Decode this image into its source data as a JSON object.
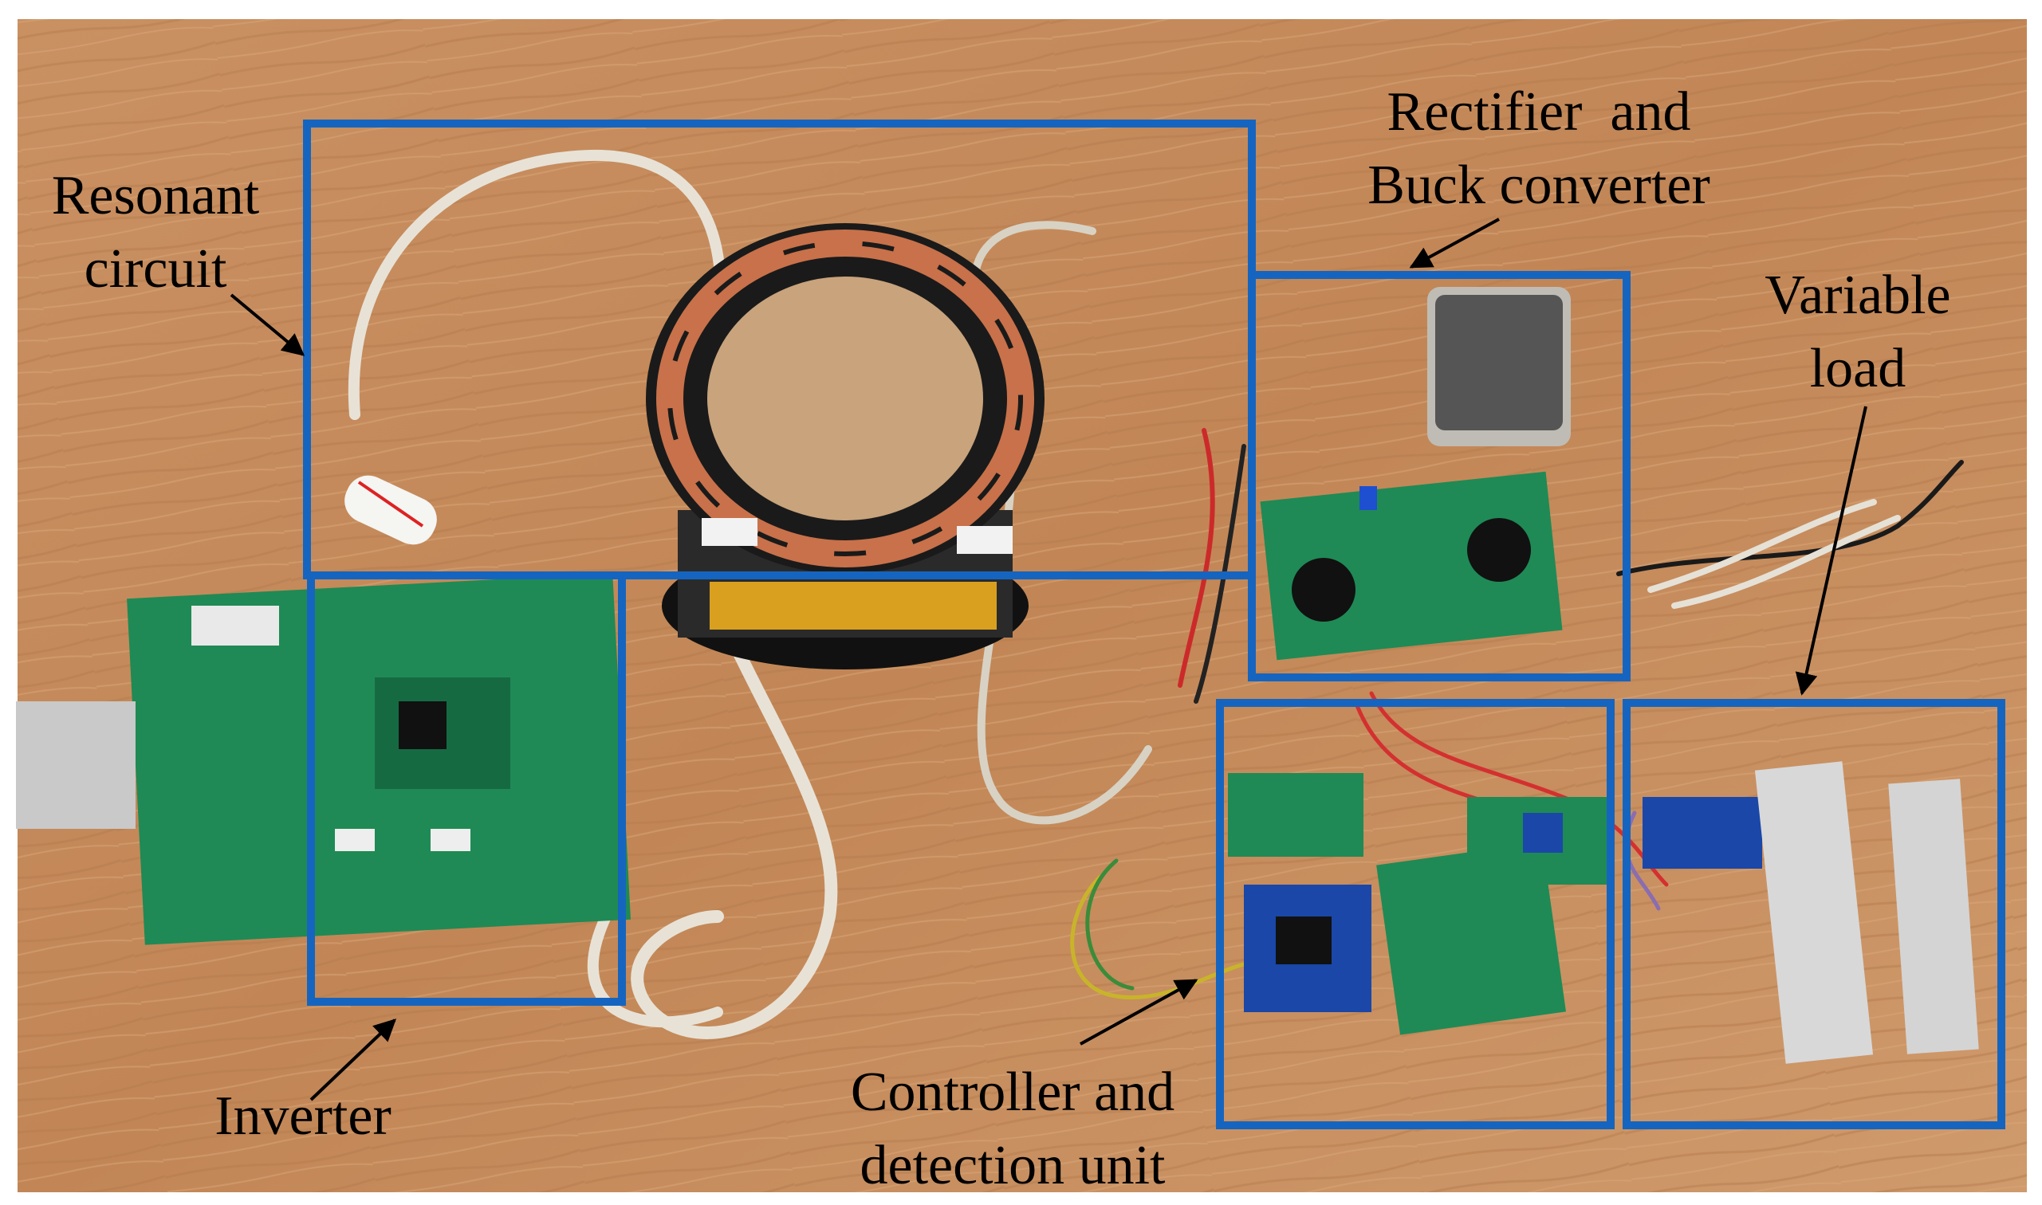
{
  "figure": {
    "colors": {
      "box": "#1565c0",
      "arrow": "#000000",
      "table": "#c68b5d",
      "pcb": "#1f8a55",
      "coil": "#1a1a1a",
      "copper": "#c8714a"
    },
    "labels": {
      "resonant": [
        "Resonant",
        "circuit"
      ],
      "rectifier": [
        "Rectifier  and",
        "Buck converter"
      ],
      "variable_load": [
        "Variable",
        "load"
      ],
      "inverter": [
        "Inverter"
      ],
      "controller": [
        "Controller and",
        "detection unit"
      ]
    }
  }
}
